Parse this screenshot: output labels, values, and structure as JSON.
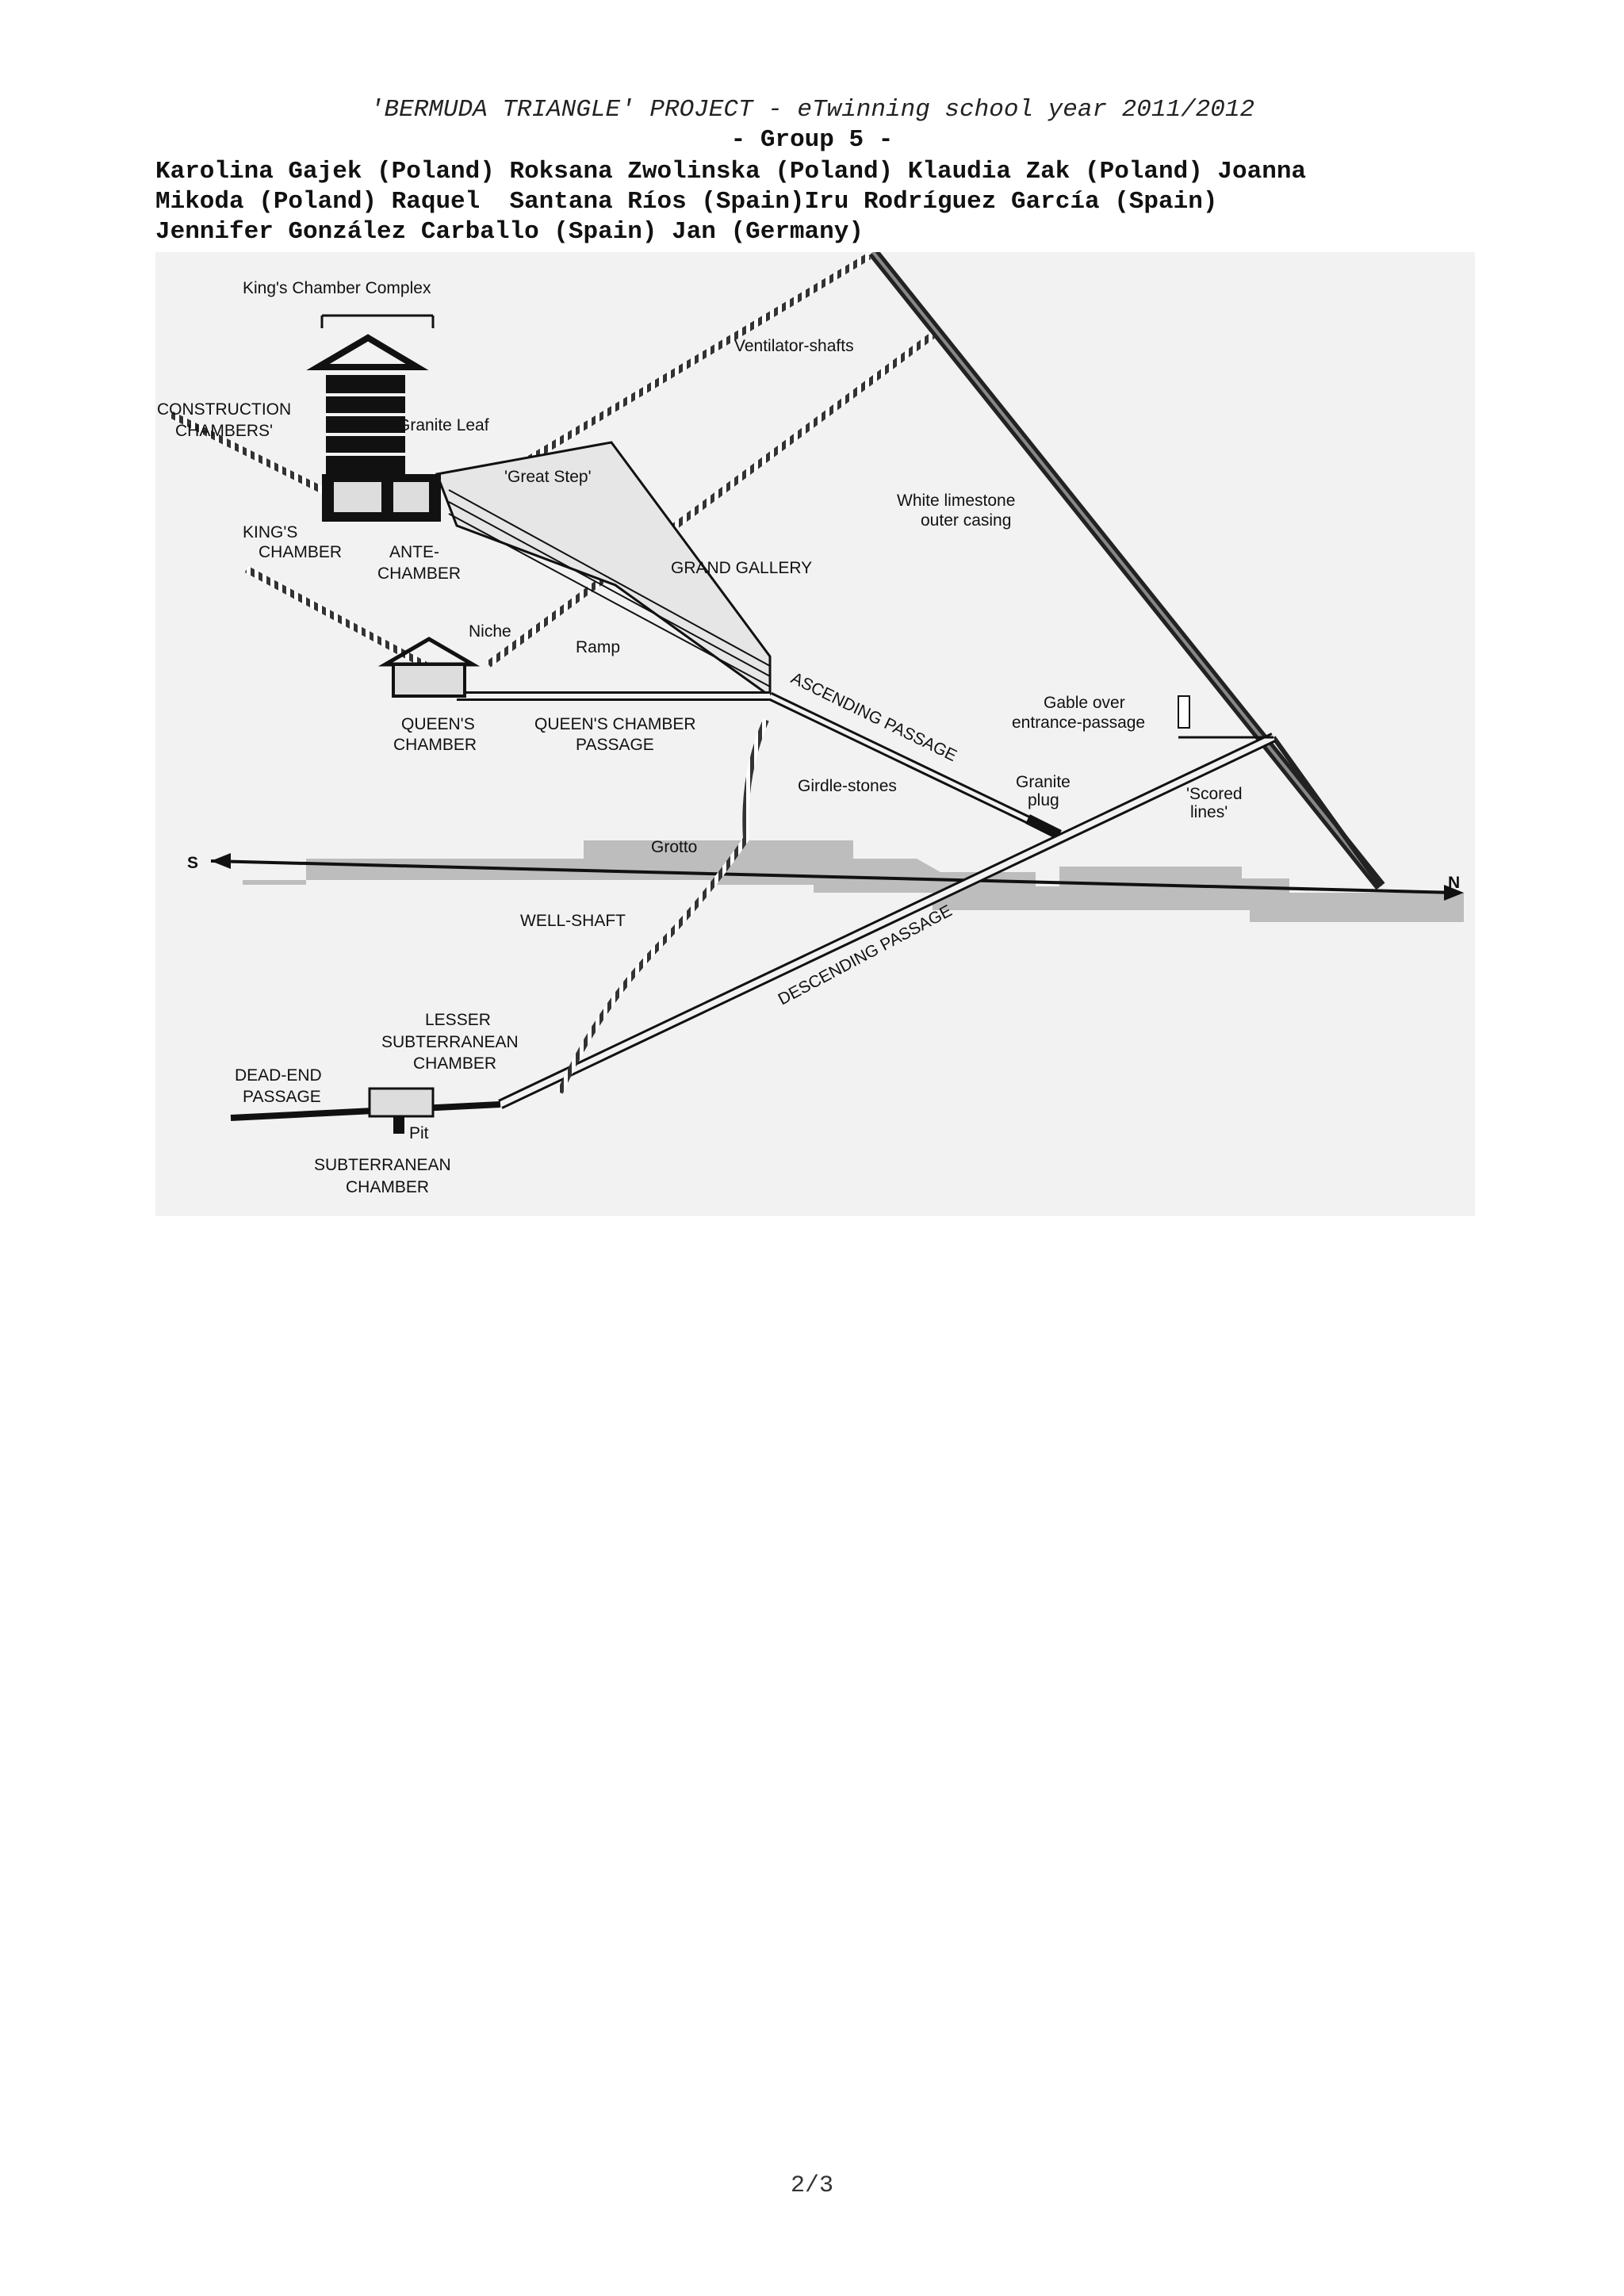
{
  "header": {
    "title": "'BERMUDA TRIANGLE' PROJECT - eTwinning school year 2011/2012",
    "group": "- Group 5 -",
    "members_lines": [
      "Karolina Gajek (Poland) Roksana Zwolinska (Poland) Klaudia Zak (Poland) Joanna",
      "Mikoda (Poland) Raquel  Santana Ríos (Spain)Iru Rodríguez García (Spain)",
      "Jennifer González Carballo (Spain) Jan (Germany)"
    ]
  },
  "diagram": {
    "labels": {
      "kings_chamber_complex": "King's Chamber Complex",
      "construction_chambers_1": "CONSTRUCTION",
      "construction_chambers_2": "CHAMBERS'",
      "granite_leaf": "Granite Leaf",
      "great_step": "'Great Step'",
      "ventilator_shafts": "Ventilator-shafts",
      "white_limestone_1": "White limestone",
      "white_limestone_2": "outer casing",
      "kings_chamber_1": "KING'S",
      "kings_chamber_2": "CHAMBER",
      "ante_chamber_1": "ANTE-",
      "ante_chamber_2": "CHAMBER",
      "grand_gallery": "GRAND GALLERY",
      "niche": "Niche",
      "ramp": "Ramp",
      "queens_chamber_1": "QUEEN'S",
      "queens_chamber_2": "CHAMBER",
      "queens_passage_1": "QUEEN'S CHAMBER",
      "queens_passage_2": "PASSAGE",
      "ascending_passage": "ASCENDING PASSAGE",
      "gable_1": "Gable over",
      "gable_2": "entrance-passage",
      "girdle_stones": "Girdle-stones",
      "granite_plug_1": "Granite",
      "granite_plug_2": "plug",
      "scored_lines_1": "'Scored",
      "scored_lines_2": "lines'",
      "south": "S",
      "north": "N",
      "grotto": "Grotto",
      "well_shaft": "WELL-SHAFT",
      "descending_passage": "DESCENDING PASSAGE",
      "lesser_1": "LESSER",
      "lesser_2": "SUBTERRANEAN",
      "lesser_3": "CHAMBER",
      "dead_end_1": "DEAD-END",
      "dead_end_2": "PASSAGE",
      "pit": "Pit",
      "subterranean_1": "SUBTERRANEAN",
      "subterranean_2": "CHAMBER"
    }
  },
  "footer": {
    "page_number": "2/3"
  }
}
